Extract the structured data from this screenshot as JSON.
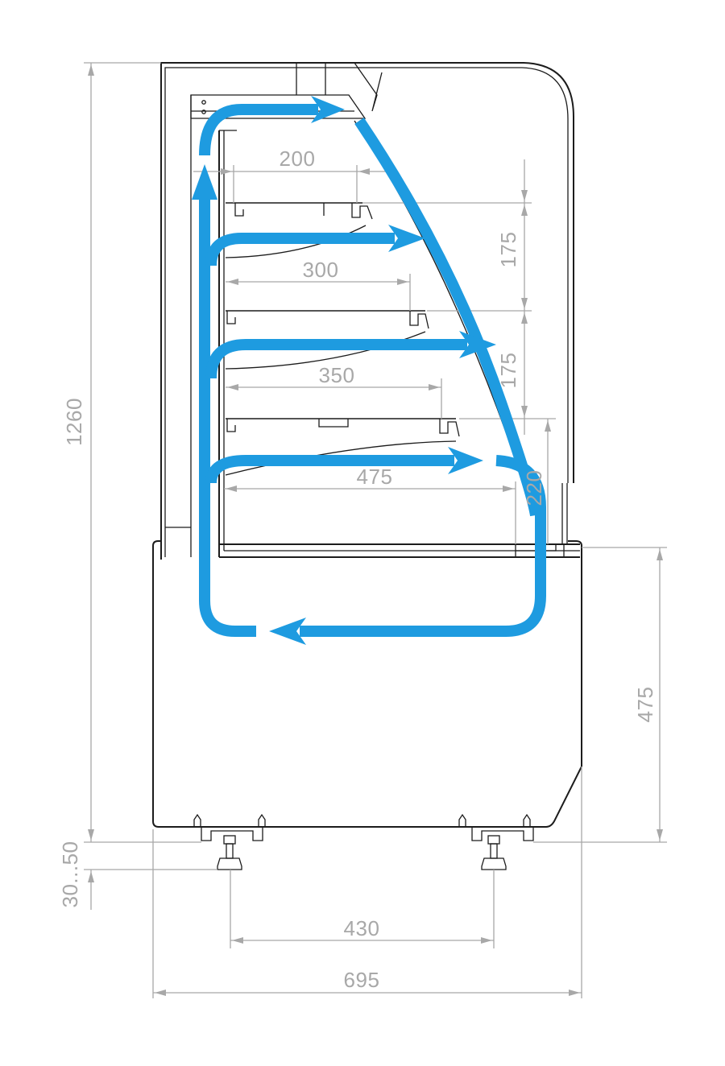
{
  "colors": {
    "airflow": "#1e9be0",
    "dimension": "#a8a8a8",
    "outline": "#1c1c1c",
    "background": "#ffffff"
  },
  "dimensions": {
    "total_height": "1260",
    "base_height": "475",
    "foot_adjust": "30...50",
    "foot_spacing": "430",
    "total_depth": "695",
    "shelf_top_depth": "200",
    "shelf_second_depth": "300",
    "shelf_third_depth": "350",
    "bottom_depth": "475",
    "shelf_gap_upper": "175",
    "shelf_gap_middle": "175",
    "shelf_gap_lower": "220"
  }
}
